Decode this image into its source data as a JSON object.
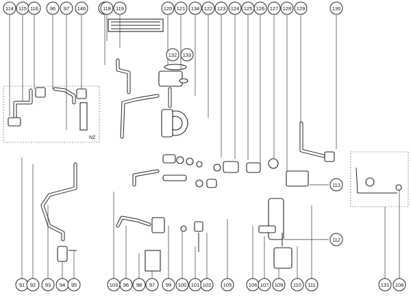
{
  "diagram": {
    "callouts_top": [
      "114",
      "115",
      "116",
      "96",
      "97",
      "146",
      "117",
      "118",
      "119",
      "120",
      "121",
      "134",
      "122",
      "123",
      "124",
      "125",
      "126",
      "127",
      "128",
      "129",
      "130"
    ],
    "callouts_middle": [
      "132",
      "133",
      "113",
      "112"
    ],
    "callouts_bottom": [
      "91",
      "92",
      "93",
      "94",
      "95",
      "103",
      "96",
      "98",
      "97",
      "99",
      "100",
      "101",
      "102",
      "105",
      "106",
      "107",
      "109",
      "110",
      "111",
      "131",
      "108"
    ],
    "box_label": "NZ"
  }
}
